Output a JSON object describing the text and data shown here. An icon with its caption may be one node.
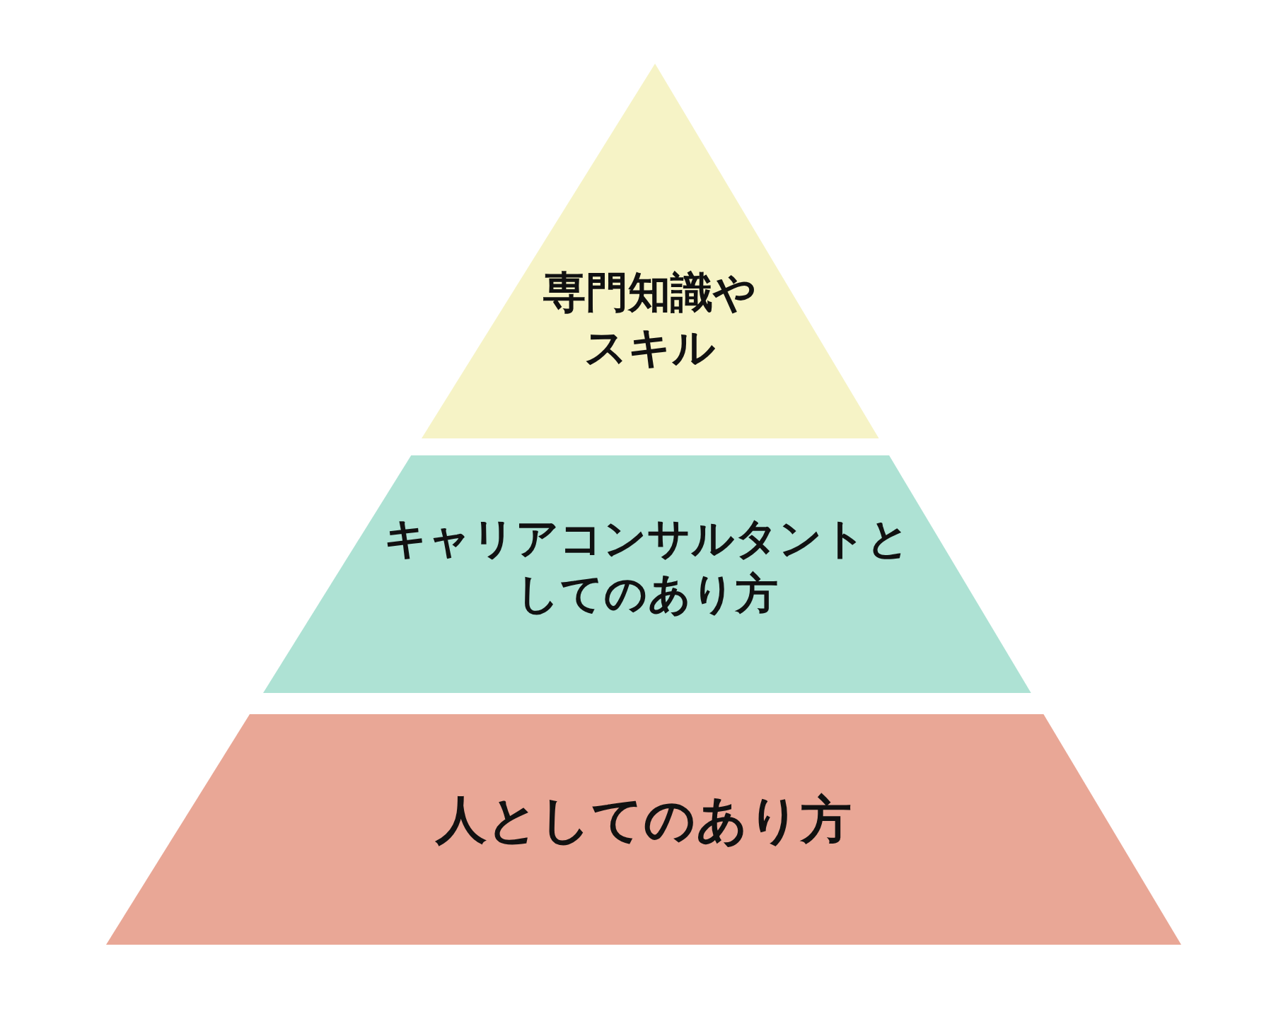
{
  "diagram": {
    "nodes": [
      {
        "text": [
          "専門知識やスキル"
        ]
      },
      {
        "text": [
          "キャリアコンサルタントとしてのあり方"
        ]
      },
      {
        "text": [
          "人としてのあり方"
        ]
      }
    ]
  }
}
